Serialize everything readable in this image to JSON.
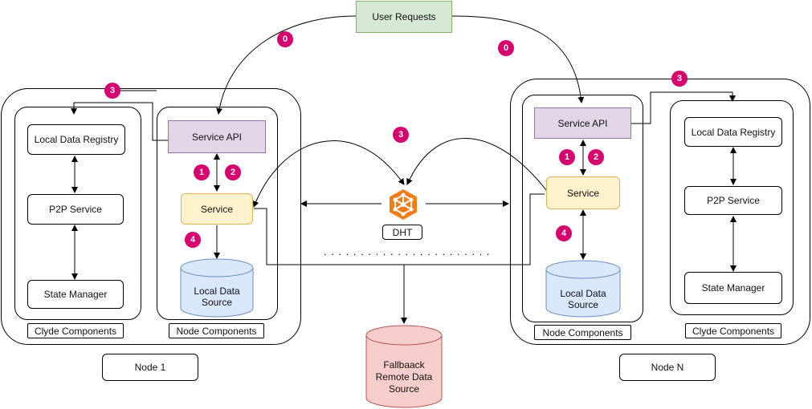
{
  "user_requests": "User Requests",
  "dht": {
    "label": "DHT",
    "icon": "dht-network-icon",
    "color": "#f47b16"
  },
  "fallback": "Fallbaack\nRemote Data\nSource",
  "dots": ". . . . . . . . . . . . . . . . . . . . . . .",
  "nodes": [
    {
      "title": "Node 1",
      "clyde": {
        "caption": "Clyde Components",
        "registry": "Local Data Registry",
        "p2p": "P2P Service",
        "state": "State Manager"
      },
      "node_components": {
        "caption": "Node Components",
        "api": "Service API",
        "service": "Service",
        "source": "Local Data\nSource"
      }
    },
    {
      "title": "Node N",
      "clyde": {
        "caption": "Clyde Components",
        "registry": "Local Data Registry",
        "p2p": "P2P Service",
        "state": "State Manager"
      },
      "node_components": {
        "caption": "Node Components",
        "api": "Service API",
        "service": "Service",
        "source": "Local Data\nSource"
      }
    }
  ],
  "badges": [
    "0",
    "0",
    "3",
    "3",
    "3",
    "1",
    "2",
    "4",
    "1",
    "2",
    "4"
  ],
  "colors": {
    "badge": "#d6036f",
    "api_fill": "#e1d5e7",
    "api_stroke": "#9673a6",
    "service_fill": "#fff2cc",
    "service_stroke": "#d6b656",
    "source_fill": "#dae8fc",
    "source_stroke": "#6c8ebf",
    "user_fill": "#d5e8d4",
    "user_stroke": "#82b366",
    "fallback_fill": "#f8cecc",
    "fallback_stroke": "#b85450"
  }
}
